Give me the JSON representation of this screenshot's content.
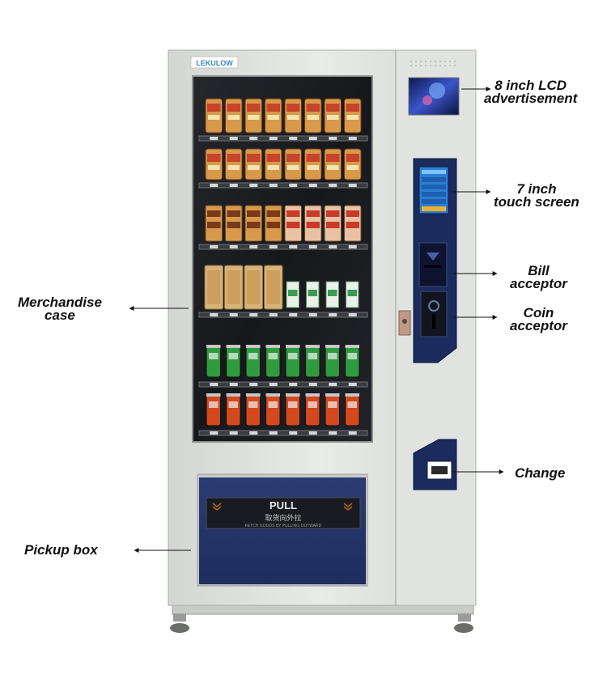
{
  "brand_text": "LEKULOW",
  "pickup_door": {
    "pull_text": "PULL",
    "chinese_text": "取货向外拉",
    "english_text": "FETCH GOODS BY PULLING OUTWARD"
  },
  "callouts": {
    "lcd": {
      "line1": "8 inch LCD",
      "line2": "advertisement"
    },
    "touch": {
      "line1": "7 inch",
      "line2": "touch screen"
    },
    "bill": {
      "line1": "Bill",
      "line2": "acceptor"
    },
    "coin": {
      "line1": "Coin",
      "line2": "acceptor"
    },
    "change": {
      "line1": "Change"
    },
    "merch": {
      "line1": "Merchandise",
      "line2": "case"
    },
    "pickup": {
      "line1": "Pickup box"
    }
  },
  "colors": {
    "cabinet": "#dfe1df",
    "panel_navy": "#1b2b5e",
    "window_dark": "#1c1d22",
    "can_green": "#2f9a3e",
    "can_orange": "#d3491e",
    "snack": "#d89a4a"
  },
  "shelves": [
    {
      "type": "snack-bag",
      "count": 8
    },
    {
      "type": "snack-bag",
      "count": 8
    },
    {
      "type": "sausage-pack",
      "count": 8
    },
    {
      "type": "mixed-box",
      "count": 8
    },
    {
      "type": "green-can",
      "count": 8
    },
    {
      "type": "orange-can",
      "count": 8
    }
  ]
}
